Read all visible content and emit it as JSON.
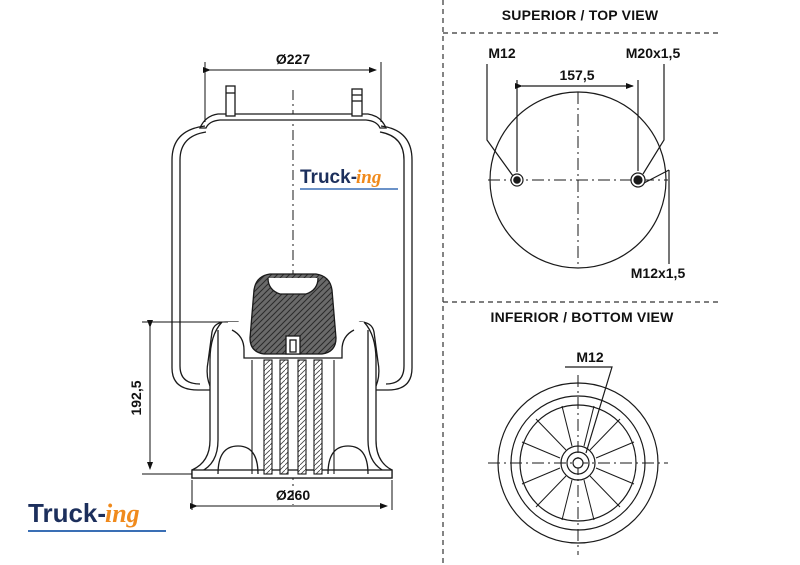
{
  "colors": {
    "line": "#1a1a1a",
    "logo_navy": "#1c2f5c",
    "logo_orange": "#f08a1c",
    "logo_underline": "#3a6fb5",
    "hatch": "#3a3a3a"
  },
  "logo": {
    "main": "Truck-",
    "suffix": "ing"
  },
  "side_view": {
    "top_diameter": "Ø227",
    "bottom_diameter": "Ø260",
    "height": "192,5"
  },
  "top_view": {
    "title": "SUPERIOR / TOP VIEW",
    "bolt_left": "M12",
    "bolt_right": "M20x1,5",
    "spacing": "157,5",
    "bolt_small": "M12x1,5"
  },
  "bottom_view": {
    "title": "INFERIOR / BOTTOM VIEW",
    "bolt": "M12"
  }
}
